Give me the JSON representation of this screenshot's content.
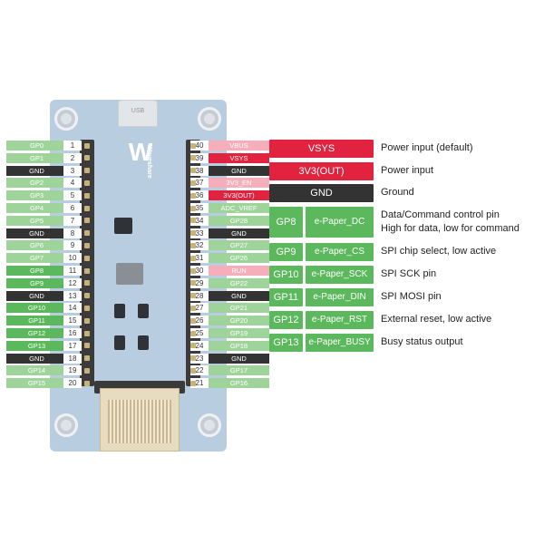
{
  "colors": {
    "gp": "#9ed49a",
    "gp_used": "#5cb85c",
    "gnd": "#333333",
    "power": "#f08095",
    "pink": "#f7aebb",
    "system": "#eeeeee",
    "vsys": "#e2233f",
    "table_green": "#5cb85c"
  },
  "board": {
    "usb_label": "USB",
    "logo_text": "W",
    "brand_text": "Waveshare"
  },
  "left_pins": [
    {
      "label": "GP0",
      "num": "1",
      "kind": "gp"
    },
    {
      "label": "GP1",
      "num": "2",
      "kind": "gp"
    },
    {
      "label": "GND",
      "num": "3",
      "kind": "gnd"
    },
    {
      "label": "GP2",
      "num": "4",
      "kind": "gp"
    },
    {
      "label": "GP3",
      "num": "5",
      "kind": "gp"
    },
    {
      "label": "GP4",
      "num": "6",
      "kind": "gp"
    },
    {
      "label": "GP5",
      "num": "7",
      "kind": "gp"
    },
    {
      "label": "GND",
      "num": "8",
      "kind": "gnd"
    },
    {
      "label": "GP6",
      "num": "9",
      "kind": "gp"
    },
    {
      "label": "GP7",
      "num": "10",
      "kind": "gp"
    },
    {
      "label": "GP8",
      "num": "11",
      "kind": "gp_used"
    },
    {
      "label": "GP9",
      "num": "12",
      "kind": "gp_used"
    },
    {
      "label": "GND",
      "num": "13",
      "kind": "gnd"
    },
    {
      "label": "GP10",
      "num": "14",
      "kind": "gp_used"
    },
    {
      "label": "GP11",
      "num": "15",
      "kind": "gp_used"
    },
    {
      "label": "GP12",
      "num": "16",
      "kind": "gp_used"
    },
    {
      "label": "GP13",
      "num": "17",
      "kind": "gp_used"
    },
    {
      "label": "GND",
      "num": "18",
      "kind": "gnd"
    },
    {
      "label": "GP14",
      "num": "19",
      "kind": "gp"
    },
    {
      "label": "GP15",
      "num": "20",
      "kind": "gp"
    }
  ],
  "right_pins": [
    {
      "label": "VBUS",
      "num": "40",
      "kind": "pink"
    },
    {
      "label": "VSYS",
      "num": "39",
      "kind": "vsys"
    },
    {
      "label": "GND",
      "num": "38",
      "kind": "gnd"
    },
    {
      "label": "3V3_EN",
      "num": "37",
      "kind": "pink"
    },
    {
      "label": "3V3(OUT)",
      "num": "36",
      "kind": "vsys"
    },
    {
      "label": "ADC_VREF",
      "num": "35",
      "kind": "gp"
    },
    {
      "label": "GP28",
      "num": "34",
      "kind": "gp"
    },
    {
      "label": "GND",
      "num": "33",
      "kind": "gnd"
    },
    {
      "label": "GP27",
      "num": "32",
      "kind": "gp"
    },
    {
      "label": "GP26",
      "num": "31",
      "kind": "gp"
    },
    {
      "label": "RUN",
      "num": "30",
      "kind": "pink"
    },
    {
      "label": "GP22",
      "num": "29",
      "kind": "gp"
    },
    {
      "label": "GND",
      "num": "28",
      "kind": "gnd"
    },
    {
      "label": "GP21",
      "num": "27",
      "kind": "gp"
    },
    {
      "label": "GP20",
      "num": "26",
      "kind": "gp"
    },
    {
      "label": "GP19",
      "num": "25",
      "kind": "gp"
    },
    {
      "label": "GP18",
      "num": "24",
      "kind": "gp"
    },
    {
      "label": "GND",
      "num": "23",
      "kind": "gnd"
    },
    {
      "label": "GP17",
      "num": "22",
      "kind": "gp"
    },
    {
      "label": "GP16",
      "num": "21",
      "kind": "gp"
    }
  ],
  "power_rows": [
    {
      "label": "VSYS",
      "desc": "Power input (default)",
      "kind": "vsys"
    },
    {
      "label": "3V3(OUT)",
      "desc": "Power input",
      "kind": "vsys"
    },
    {
      "label": "GND",
      "desc": "Ground",
      "kind": "gnd"
    }
  ],
  "epaper_rows": [
    {
      "gp": "GP8",
      "func": "e-Paper_DC",
      "desc1": "Data/Command control pin",
      "desc2": "High for data, low for command"
    },
    {
      "gp": "GP9",
      "func": "e-Paper_CS",
      "desc1": "SPI chip select, low active",
      "desc2": ""
    },
    {
      "gp": "GP10",
      "func": "e-Paper_SCK",
      "desc1": "SPI SCK pin",
      "desc2": ""
    },
    {
      "gp": "GP11",
      "func": "e-Paper_DIN",
      "desc1": "SPI MOSI pin",
      "desc2": ""
    },
    {
      "gp": "GP12",
      "func": "e-Paper_RST",
      "desc1": "External reset, low active",
      "desc2": ""
    },
    {
      "gp": "GP13",
      "func": "e-Paper_BUSY",
      "desc1": "Busy status output",
      "desc2": ""
    }
  ]
}
